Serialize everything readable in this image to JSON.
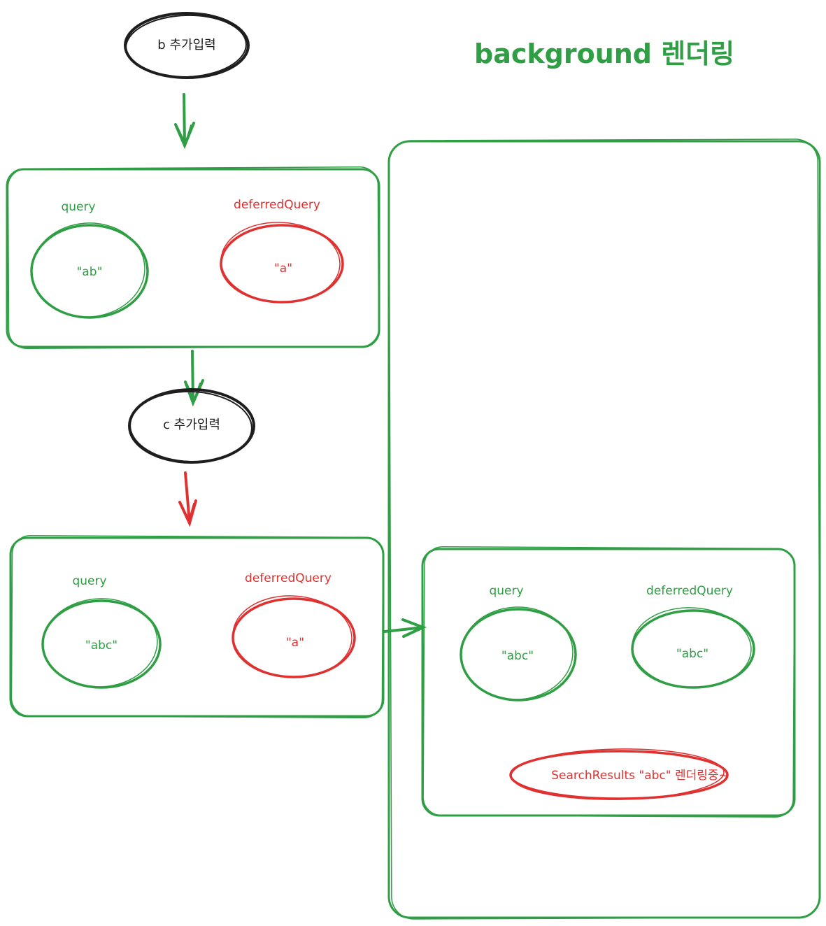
{
  "colors": {
    "green": "#2f9e44",
    "red": "#e03131",
    "black": "#1e1e1e"
  },
  "title": "background 렌더링",
  "input_b": "b 추가입력",
  "input_c": "c 추가입력",
  "state1": {
    "query_label": "query",
    "query_value": "\"ab\"",
    "deferred_label": "deferredQuery",
    "deferred_value": "\"a\""
  },
  "state2": {
    "query_label": "query",
    "query_value": "\"abc\"",
    "deferred_label": "deferredQuery",
    "deferred_value": "\"a\""
  },
  "background_state": {
    "query_label": "query",
    "query_value": "\"abc\"",
    "deferred_label": "deferredQuery",
    "deferred_value": "\"abc\"",
    "search_results": "SearchResults \"abc\" 렌더링중~"
  }
}
